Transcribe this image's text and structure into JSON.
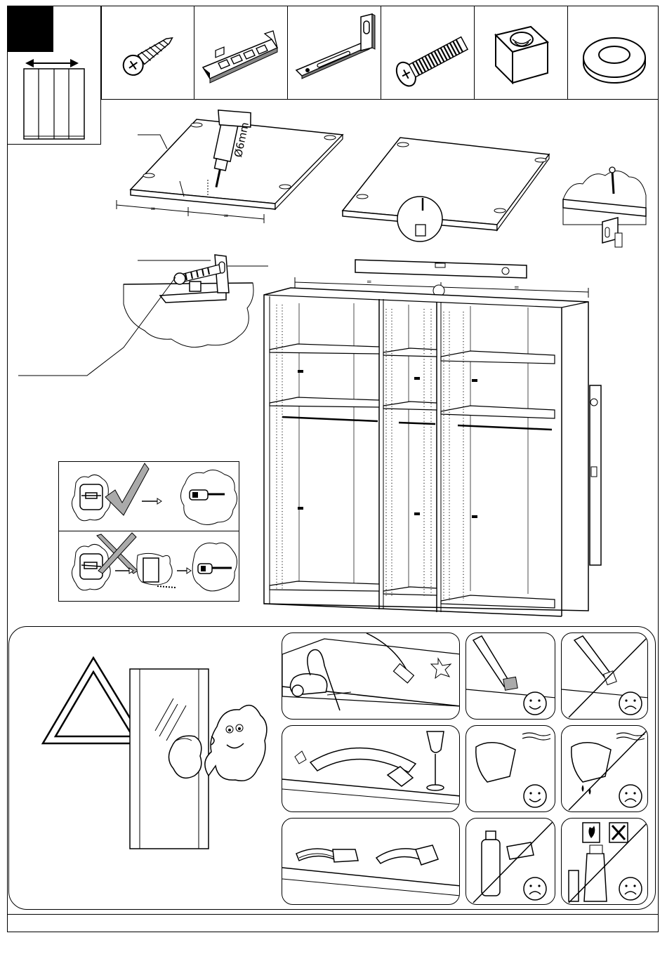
{
  "drill": {
    "diameter_label": "Ø6mm"
  },
  "colors": {
    "ink": "#000000",
    "paper": "#ffffff",
    "grey": "#9a9a9a"
  },
  "header": {
    "parts": [
      {
        "icon": "cross-screw-icon"
      },
      {
        "icon": "wedge-shims-icon"
      },
      {
        "icon": "angle-bracket-icon"
      },
      {
        "icon": "bolt-icon"
      },
      {
        "icon": "square-nut-icon"
      },
      {
        "icon": "washer-icon"
      }
    ]
  },
  "leveling": {
    "correct": "check-mark-icon",
    "wrong": "cross-mark-icon"
  },
  "care": {
    "warning": "warning-triangle-icon",
    "cards": [
      {
        "icon": "vacuum-cleaning-icon"
      },
      {
        "icon": "soft-brush-happy-icon",
        "mood": "happy"
      },
      {
        "icon": "hard-brush-sad-icon",
        "mood": "sad"
      },
      {
        "icon": "wipe-spill-icon"
      },
      {
        "icon": "damp-cloth-happy-icon",
        "mood": "happy"
      },
      {
        "icon": "wet-cloth-sad-icon",
        "mood": "sad"
      },
      {
        "icon": "polish-cloth-icon"
      },
      {
        "icon": "detergent-sad-icon",
        "mood": "sad"
      },
      {
        "icon": "chemical-spray-sad-icon",
        "mood": "sad"
      }
    ]
  }
}
